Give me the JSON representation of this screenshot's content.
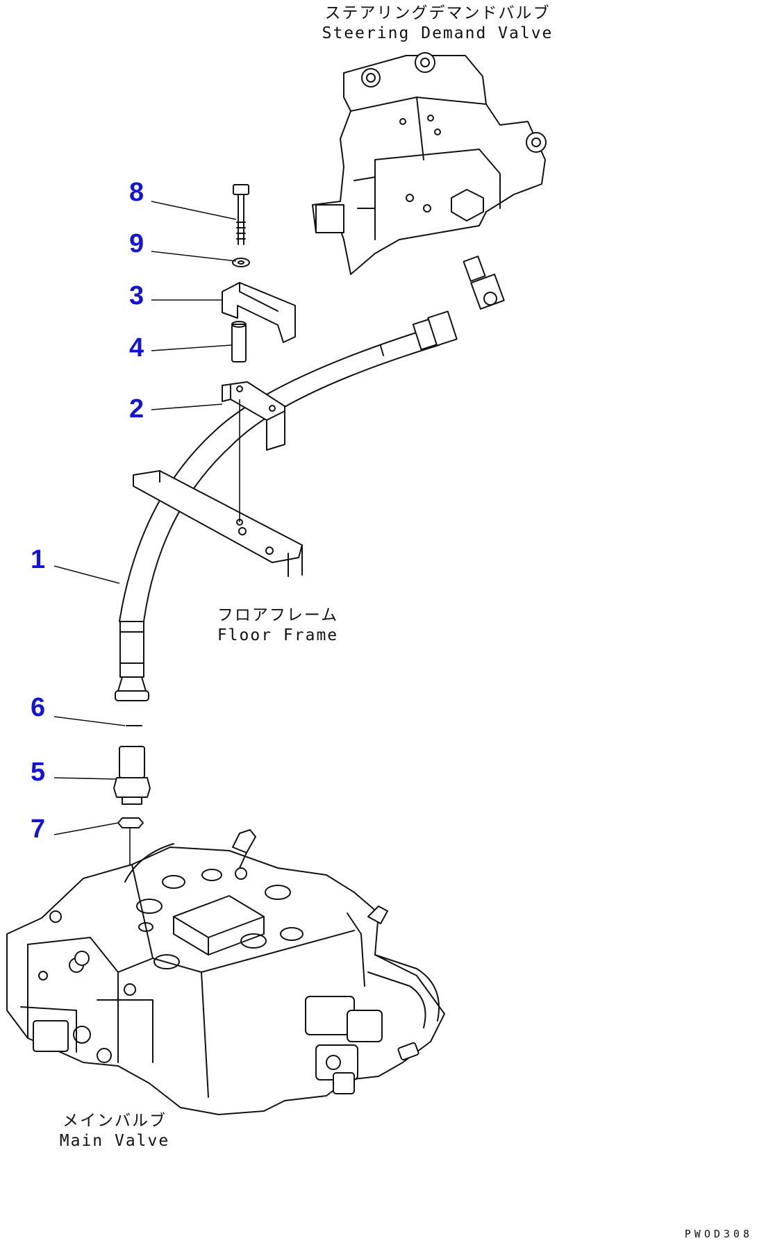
{
  "callouts": [
    {
      "id": "8",
      "label": "8"
    },
    {
      "id": "9",
      "label": "9"
    },
    {
      "id": "3",
      "label": "3"
    },
    {
      "id": "4",
      "label": "4"
    },
    {
      "id": "2",
      "label": "2"
    },
    {
      "id": "1",
      "label": "1"
    },
    {
      "id": "6",
      "label": "6"
    },
    {
      "id": "5",
      "label": "5"
    },
    {
      "id": "7",
      "label": "7"
    }
  ],
  "captions": {
    "steering_demand_valve": {
      "jp": "ステアリングデマンドバルブ",
      "en": "Steering Demand Valve"
    },
    "floor_frame": {
      "jp": "フロアフレーム",
      "en": "Floor Frame"
    },
    "main_valve": {
      "jp": "メインバルブ",
      "en": "Main Valve"
    }
  },
  "drawing_code": "PWOD308"
}
